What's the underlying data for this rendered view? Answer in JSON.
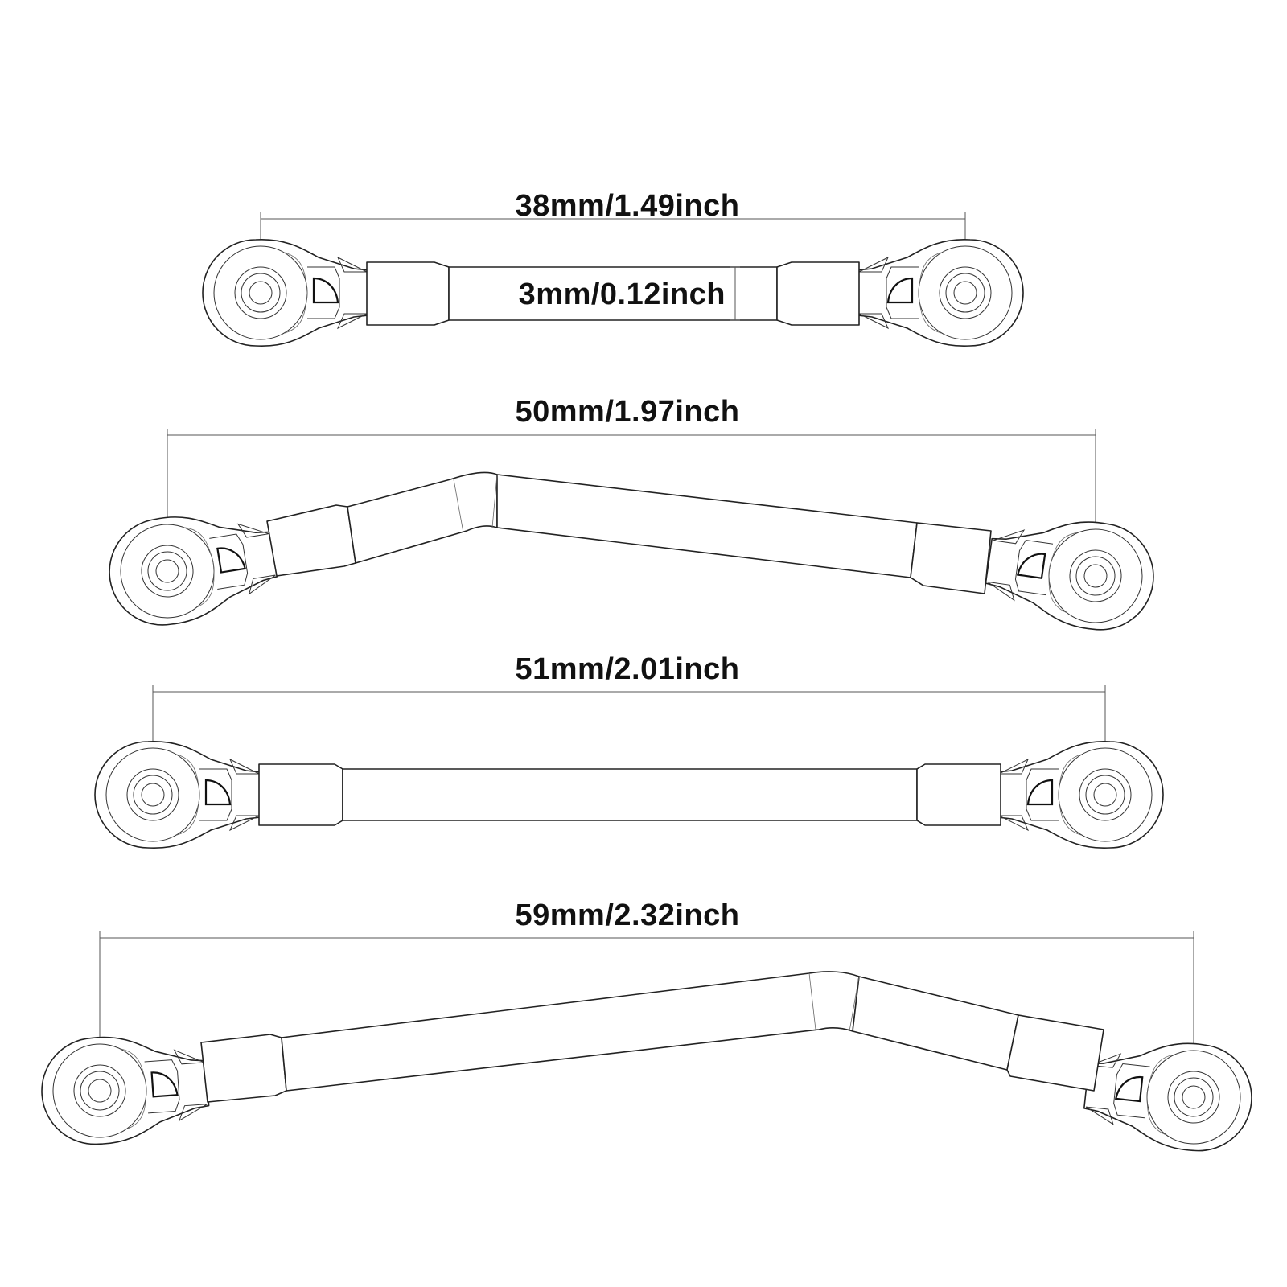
{
  "colors": {
    "ink": "#222222",
    "background": "#ffffff",
    "dimension": "#555555"
  },
  "links": [
    {
      "length_label": "38mm/1.49inch",
      "diameter_label": "3mm/0.12inch",
      "shape": "straight"
    },
    {
      "length_label": "50mm/1.97inch",
      "shape": "bent-down-right"
    },
    {
      "length_label": "51mm/2.01inch",
      "shape": "straight"
    },
    {
      "length_label": "59mm/2.32inch",
      "shape": "bent-up-right"
    }
  ]
}
